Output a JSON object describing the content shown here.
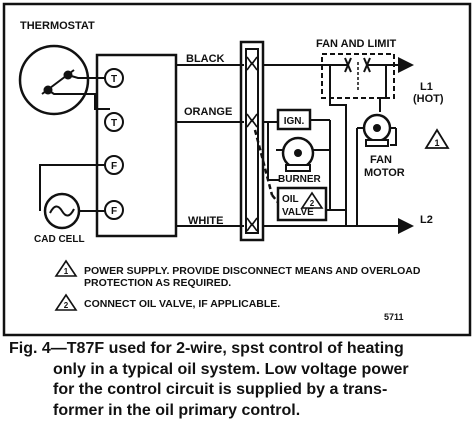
{
  "diagram": {
    "labels": {
      "thermostat": "THERMOSTAT",
      "terminal_t1": "T",
      "terminal_t2": "T",
      "terminal_f1": "F",
      "terminal_f2": "F",
      "cad_cell": "CAD CELL",
      "wire_black": "BLACK",
      "wire_orange": "ORANGE",
      "wire_white": "WHITE",
      "fan_and_limit": "FAN AND LIMIT",
      "l1": "L1",
      "hot": "(HOT)",
      "ign": "IGN.",
      "burner": "BURNER",
      "oil_valve_line1": "OIL",
      "oil_valve_line2": "VALVE",
      "oil_valve_note_number": "2",
      "fan_motor_line1": "FAN",
      "fan_motor_line2": "MOTOR",
      "l2": "L2",
      "hazard_symbol": "1",
      "figure_code": "5711"
    },
    "notes": [
      {
        "number": "1",
        "line1": "POWER SUPPLY. PROVIDE DISCONNECT MEANS AND OVERLOAD",
        "line2": "PROTECTION AS REQUIRED."
      },
      {
        "number": "2",
        "line1": "CONNECT OIL VALVE, IF APPLICABLE."
      }
    ]
  },
  "caption": {
    "lines": [
      "Fig. 4—T87F used for 2-wire, spst control of heating",
      "only in a typical oil system. Low voltage power",
      "for the control circuit is supplied by a trans-",
      "former in the oil primary control."
    ]
  }
}
